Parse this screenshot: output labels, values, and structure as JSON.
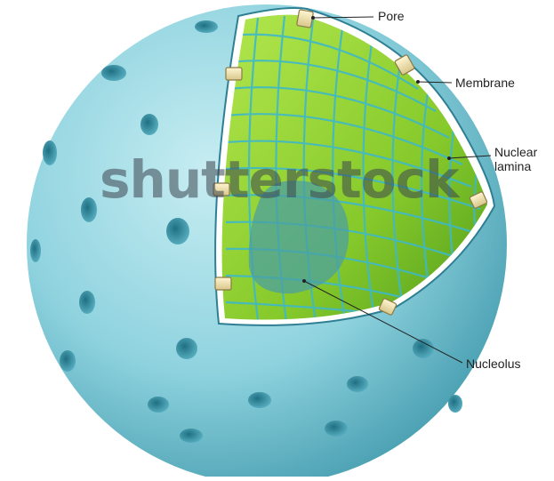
{
  "labels": {
    "pore": "Pore",
    "membrane": "Membrane",
    "nuclear_lamina": "Nuclear lamina",
    "nucleolus": "Nucleolus"
  },
  "watermark": "shutterstock",
  "colors": {
    "sphere": "#8fd3df",
    "sphere_dark": "#3f98ab",
    "pores_dots": "#2e7f93",
    "lamina_green": "#8ccf2f",
    "lamina_grid": "#3fb8c8",
    "pore_caps": "#f1e3b0",
    "nucleolus": "#4a9ea3"
  },
  "icons": {
    "sphere": "nucleus-sphere",
    "pore": "nuclear-pore-icon"
  }
}
